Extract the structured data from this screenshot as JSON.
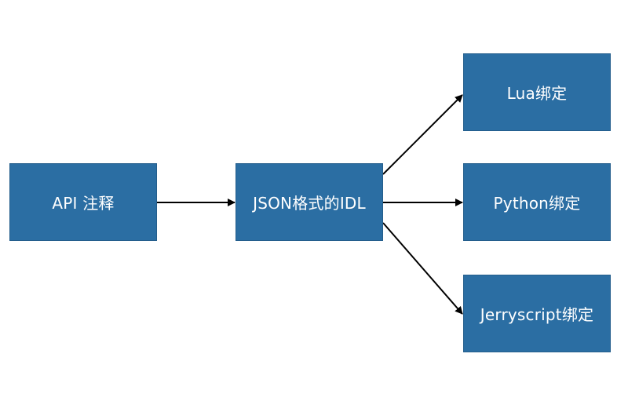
{
  "diagram": {
    "nodes": {
      "api": "API 注释",
      "json": "JSON格式的IDL",
      "lua": "Lua绑定",
      "python": "Python绑定",
      "jerry": "Jerryscript绑定"
    },
    "colors": {
      "node_fill": "#2b6ea3",
      "node_text": "#ffffff",
      "arrow": "#000000"
    }
  }
}
